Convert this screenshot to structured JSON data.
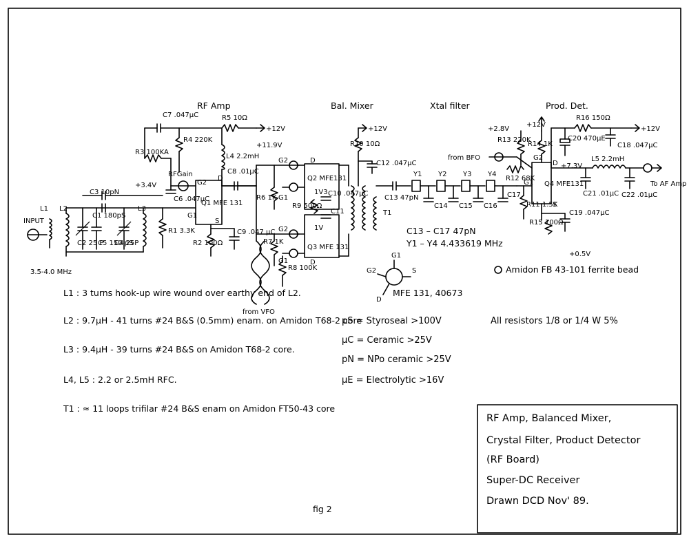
{
  "sections": {
    "rf_amp": "RF Amp",
    "bal_mixer": "Bal. Mixer",
    "xtal_filter": "Xtal filter",
    "prod_det": "Prod. Det."
  },
  "rails": {
    "plus12_a": "+12V",
    "plus12_b": "+12V",
    "plus12_c": "+12V",
    "plus12_d": "+12V",
    "v119": "+11.9V",
    "v34": "+3.4V",
    "v28": "+2.8V",
    "v73": "+7.3V",
    "v05": "+0.5V"
  },
  "labels": {
    "l1": "L1",
    "l2": "L2",
    "l3": "L3",
    "input": "INPUT",
    "band": "3.5-4.0 MHz",
    "c1": "C1 180pS",
    "c2": "C2 25 P",
    "c3": "C3 10pN",
    "c4": "C4 25P",
    "c5": "C5 150 pS",
    "c6": "C6 .047µC",
    "c7": "C7 .047µC",
    "c8": "C8 .01µC",
    "c9": "C9 .047 µC",
    "r1": "R1 3.3K",
    "r2": "R2 100Ω",
    "r3": "R3 100KA",
    "r4": "R4 220K",
    "r5": "R5 10Ω",
    "rfgain": "RFGain",
    "l4": "L4 2.2mH",
    "q1": "Q1 MFE 131",
    "g1": "G1",
    "g2": "G2",
    "d": "D",
    "s": "S",
    "r6": "R6 1K",
    "r7": "R7 1K",
    "r8": "R8 100K",
    "r9": "R9 500Ω",
    "r10": "R10 10Ω",
    "c10": "C10 .047µC",
    "c11": "C11",
    "c12": "C12 .047µC",
    "q2": "Q2 MFE131",
    "q3": "Q3 MFE 131",
    "v1": "1V3",
    "v2": "1V",
    "from_vfo": "from VFO",
    "t1": "T1",
    "c13": "C13 47pN",
    "y1": "Y1",
    "y2": "Y2",
    "y3": "Y3",
    "y4": "Y4",
    "c14": "C14",
    "c15": "C15",
    "c16": "C16",
    "c17": "C17",
    "c13_17": "C13 – C17   47pN",
    "y1_y4": "Y1 – Y4   4.433619 MHz",
    "from_bfo": "from BFO",
    "r11": "R11 1.5K",
    "r12": "R12 68K",
    "r13": "R13 220K",
    "r14": "R14 1K",
    "r15": "R15 100Ω",
    "r16": "R16 150Ω",
    "q4": "Q4 MFE131",
    "c18": "C18 .047µC",
    "c19": "C19 .047µC",
    "c20": "C20 470µE",
    "c21": "C21 .01µC",
    "c22": "C22 .01µC",
    "l5": "L5 2.2mH",
    "to_af": "To AF Amp",
    "ferrite": "Amidon FB 43-101 ferrite bead",
    "pinout": "MFE 131, 40673"
  },
  "notes": [
    "L1 :  3 turns hook-up wire wound over earthy end of L2.",
    "L2 :  9.7µH - 41 turns #24 B&S (0.5mm) enam. on Amidon T68-2 core",
    "L3 :  9.4µH - 39 turns #24 B&S on Amidon T68-2 core.",
    "L4, L5 :  2.2 or 2.5mH RFC.",
    "T1 :  ≈ 11 loops trifilar #24 B&S enam on Amidon FT50-43 core"
  ],
  "legend": [
    "pS = Styroseal >100V",
    "µC = Ceramic >25V",
    "pN = NPo ceramic >25V",
    "µE = Electrolytic >16V"
  ],
  "resistors_note": "All resistors 1/8 or 1/4 W 5%",
  "title_block": [
    "RF Amp, Balanced Mixer,",
    "Crystal Filter, Product Detector",
    "(RF Board)",
    "Super-DC Receiver",
    "Drawn  DCD  Nov' 89."
  ],
  "fig": "fig 2"
}
